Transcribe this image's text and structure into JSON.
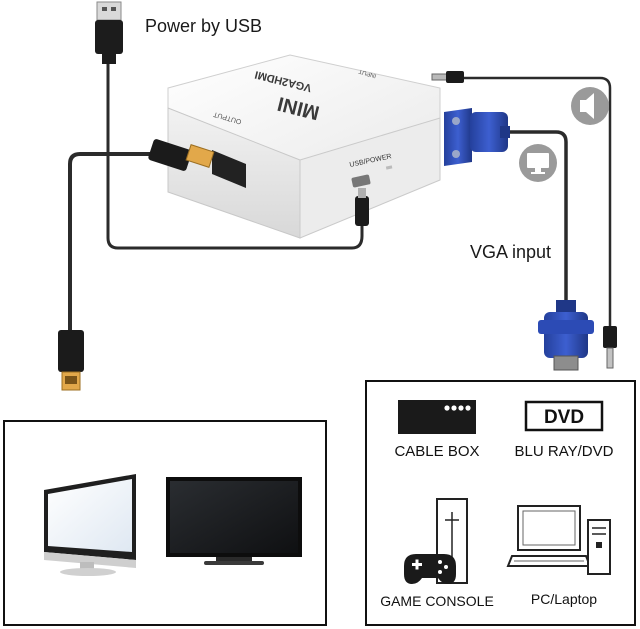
{
  "labels": {
    "power": "Power by USB",
    "vga_input": "VGA input"
  },
  "converter": {
    "model": "VGA2HDMI",
    "name": "MINI",
    "port_output": "OUTPUT",
    "port_input": "INPUT",
    "port_usb": "USB/POWER"
  },
  "sources": {
    "cable_box": "CABLE BOX",
    "dvd_badge": "DVD",
    "blu_ray": "BLU RAY/DVD",
    "game_console": "GAME CONSOLE",
    "pc_laptop": "PC/Laptop"
  },
  "icons": {
    "audio": "speaker-icon",
    "video": "monitor-icon"
  },
  "colors": {
    "vga_blue": "#2f4fb3",
    "hdmi_gold": "#e2a84a",
    "cable": "#2b2b2b"
  }
}
